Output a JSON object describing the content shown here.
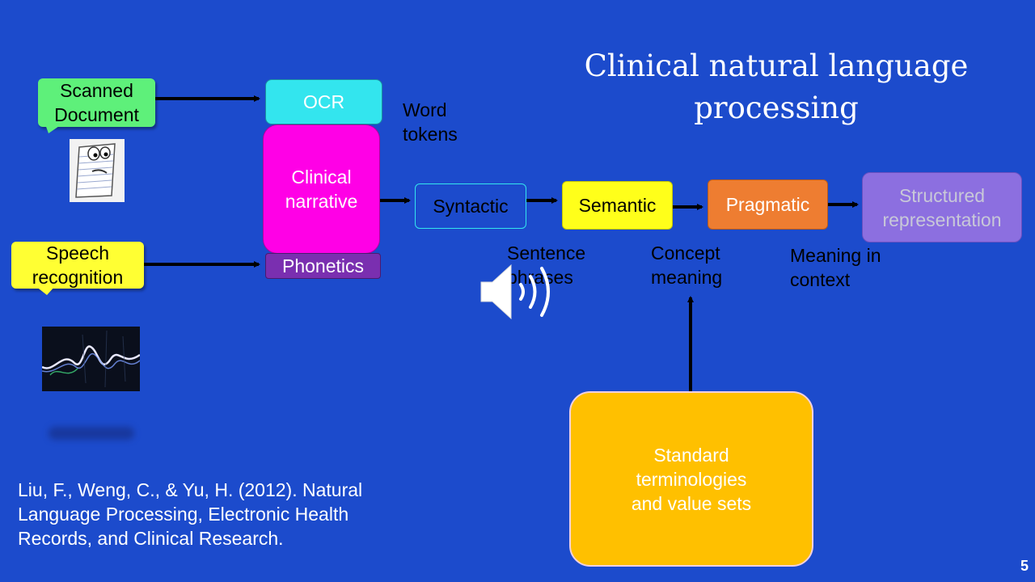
{
  "title": "Clinical natural language processing",
  "inputs": {
    "scanned": "Scanned Document",
    "speech": "Speech recognition"
  },
  "boxes": {
    "ocr": "OCR",
    "clinical_narrative": "Clinical narrative",
    "phonetics": "Phonetics",
    "syntactic": "Syntactic",
    "semantic": "Semantic",
    "pragmatic": "Pragmatic",
    "structured": "Structured representation",
    "terminologies": "Standard terminologies and value sets"
  },
  "labels": {
    "word_tokens": "Word tokens",
    "sentence_phrases": "Sentence phrases",
    "concept_meaning": "Concept meaning",
    "meaning_context": "Meaning in context"
  },
  "citation": "Liu, F., Weng, C., & Yu, H. (2012). Natural Language Processing, Electronic Health Records, and Clinical Research.",
  "page_number": "5",
  "colors": {
    "background": "#1c4bcc",
    "scanned": "#5ef07a",
    "speech": "#ffff33",
    "ocr": "#33e5ee",
    "clinical_narrative": "#ff00e6",
    "phonetics": "#7a2fb0",
    "syntactic": "#1c4bcc",
    "semantic": "#ffff1a",
    "pragmatic": "#ee7d31",
    "structured": "#8c6fe0",
    "terminologies": "#ffc000"
  },
  "icons": [
    "cartoon-document-icon",
    "sound-wave-image",
    "speaker-icon"
  ]
}
